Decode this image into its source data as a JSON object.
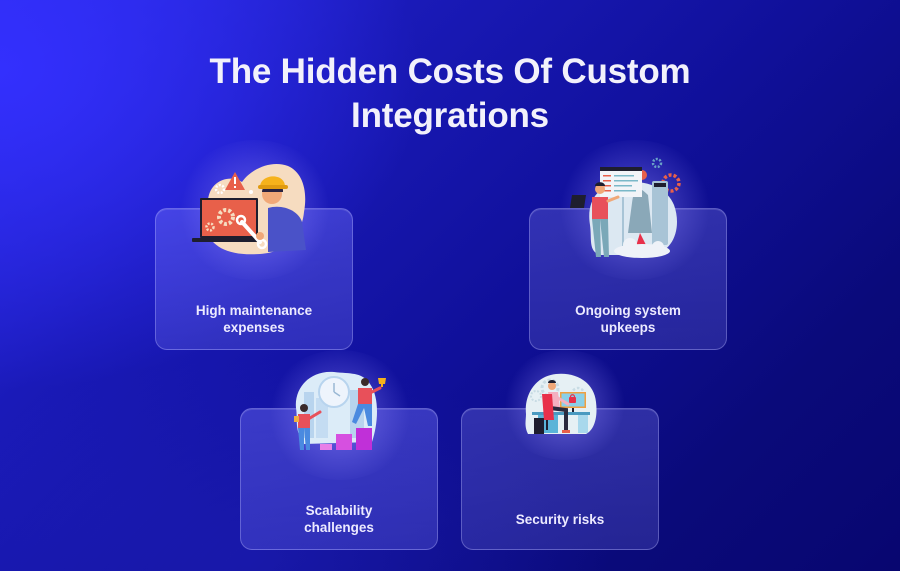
{
  "title": {
    "line1": "The Hidden Costs Of Custom",
    "line2": "Integrations"
  },
  "cards": [
    {
      "label_line1": "High maintenance",
      "label_line2": "expenses",
      "icon": "engineer-laptop-wrench-illustration"
    },
    {
      "label_line1": "Ongoing system",
      "label_line2": "upkeeps",
      "icon": "rocket-launch-dashboard-illustration"
    },
    {
      "label_line1": "Scalability",
      "label_line2": "challenges",
      "icon": "growth-steps-trophy-illustration"
    },
    {
      "label_line1": "Security risks",
      "label_line2": "",
      "icon": "locked-computer-desk-illustration"
    }
  ],
  "colors": {
    "background_light": "#2e2cf5",
    "background_dark": "#08066e",
    "title_text": "#f2f1fb",
    "card_text": "#eceaff",
    "accent_orange": "#e8604a",
    "accent_magenta": "#d63ae0",
    "helmet_yellow": "#f6b21b"
  }
}
